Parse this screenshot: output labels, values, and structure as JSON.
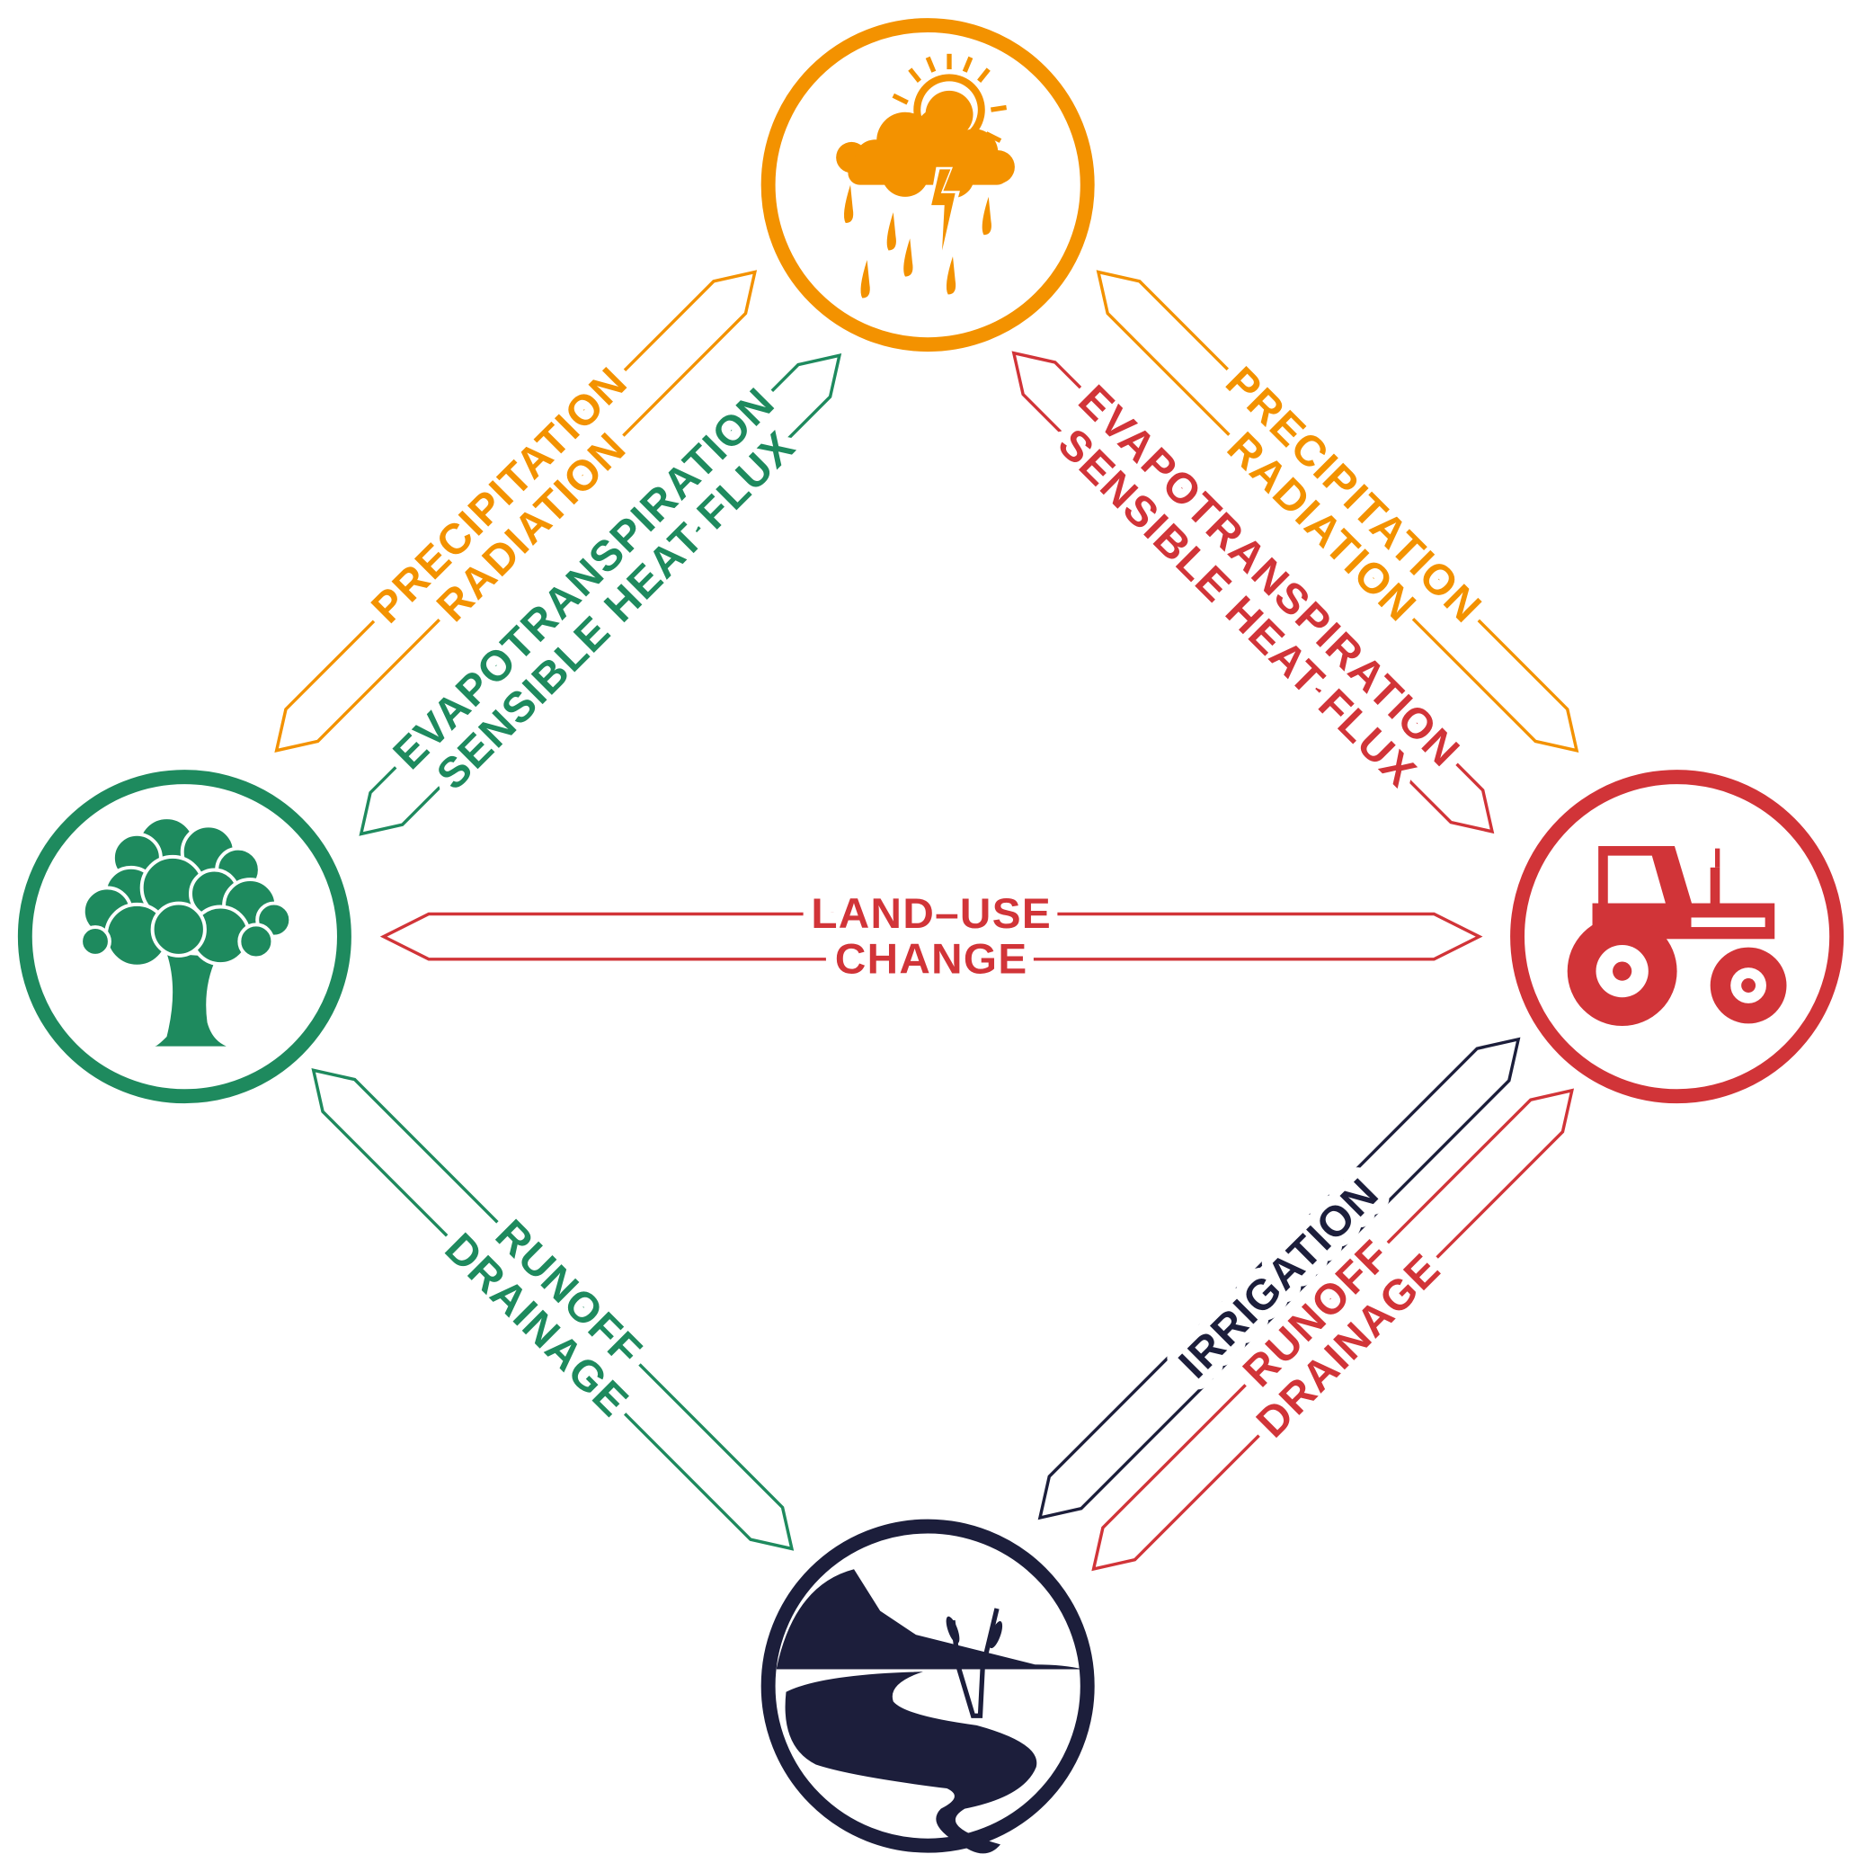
{
  "colors": {
    "climate": "#F39200",
    "forest": "#1E8A5E",
    "agriculture": "#D13438",
    "water": "#1C1E3B"
  },
  "nodes": {
    "climate": {
      "icon": "sun-cloud-storm-icon"
    },
    "forest": {
      "icon": "tree-icon"
    },
    "agriculture": {
      "icon": "tractor-icon"
    },
    "water": {
      "icon": "river-wetland-icon"
    }
  },
  "arrows": {
    "climate_to_forest": {
      "line1": "PRECIPITATION",
      "line2": "RADIATION"
    },
    "forest_to_climate": {
      "line1": "EVAPOTRANSPIRATION",
      "line2": "SENSIBLE HEAT FLUX"
    },
    "climate_to_agriculture": {
      "line1": "PRECIPITATION",
      "line2": "RADIATION"
    },
    "agriculture_to_climate": {
      "line1": "EVAPOTRANSPIRATION",
      "line2": "SENSIBLE HEAT FLUX"
    },
    "forest_agriculture": {
      "line1": "LAND–USE",
      "line2": "CHANGE"
    },
    "forest_to_water": {
      "line1": "RUNOFF",
      "line2": "DRAINAGE"
    },
    "water_to_agriculture": {
      "line1": "IRRIGATION"
    },
    "agriculture_to_water": {
      "line1": "RUNOFF",
      "line2": "DRAINAGE"
    }
  }
}
